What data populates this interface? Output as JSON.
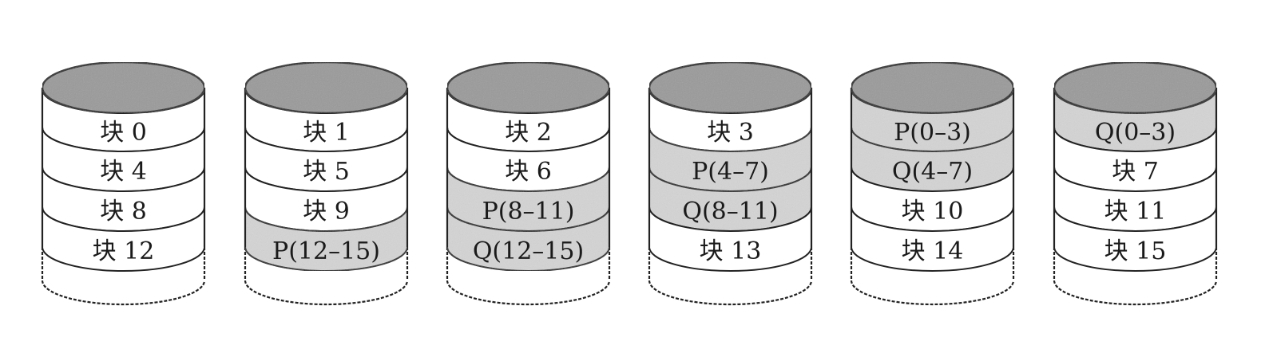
{
  "diagram": {
    "type": "RAID 6 disk array layout",
    "colors": {
      "top_face": "#9a9a9a",
      "parity_band": "#d4d4d4",
      "data_band": "#ffffff",
      "outline": "#222222"
    },
    "disks": [
      {
        "id": "disk-0",
        "blocks": [
          {
            "label": "块 0",
            "kind": "data"
          },
          {
            "label": "块 4",
            "kind": "data"
          },
          {
            "label": "块 8",
            "kind": "data"
          },
          {
            "label": "块 12",
            "kind": "data"
          }
        ]
      },
      {
        "id": "disk-1",
        "blocks": [
          {
            "label": "块 1",
            "kind": "data"
          },
          {
            "label": "块 5",
            "kind": "data"
          },
          {
            "label": "块 9",
            "kind": "data"
          },
          {
            "label": "P(12–15)",
            "kind": "parity"
          }
        ]
      },
      {
        "id": "disk-2",
        "blocks": [
          {
            "label": "块 2",
            "kind": "data"
          },
          {
            "label": "块 6",
            "kind": "data"
          },
          {
            "label": "P(8–11)",
            "kind": "parity"
          },
          {
            "label": "Q(12–15)",
            "kind": "parity"
          }
        ]
      },
      {
        "id": "disk-3",
        "blocks": [
          {
            "label": "块 3",
            "kind": "data"
          },
          {
            "label": "P(4–7)",
            "kind": "parity"
          },
          {
            "label": "Q(8–11)",
            "kind": "parity"
          },
          {
            "label": "块 13",
            "kind": "data"
          }
        ]
      },
      {
        "id": "disk-4",
        "blocks": [
          {
            "label": "P(0–3)",
            "kind": "parity"
          },
          {
            "label": "Q(4–7)",
            "kind": "parity"
          },
          {
            "label": "块 10",
            "kind": "data"
          },
          {
            "label": "块 14",
            "kind": "data"
          }
        ]
      },
      {
        "id": "disk-5",
        "blocks": [
          {
            "label": "Q(0–3)",
            "kind": "parity"
          },
          {
            "label": "块 7",
            "kind": "data"
          },
          {
            "label": "块 11",
            "kind": "data"
          },
          {
            "label": "块 15",
            "kind": "data"
          }
        ]
      }
    ]
  }
}
